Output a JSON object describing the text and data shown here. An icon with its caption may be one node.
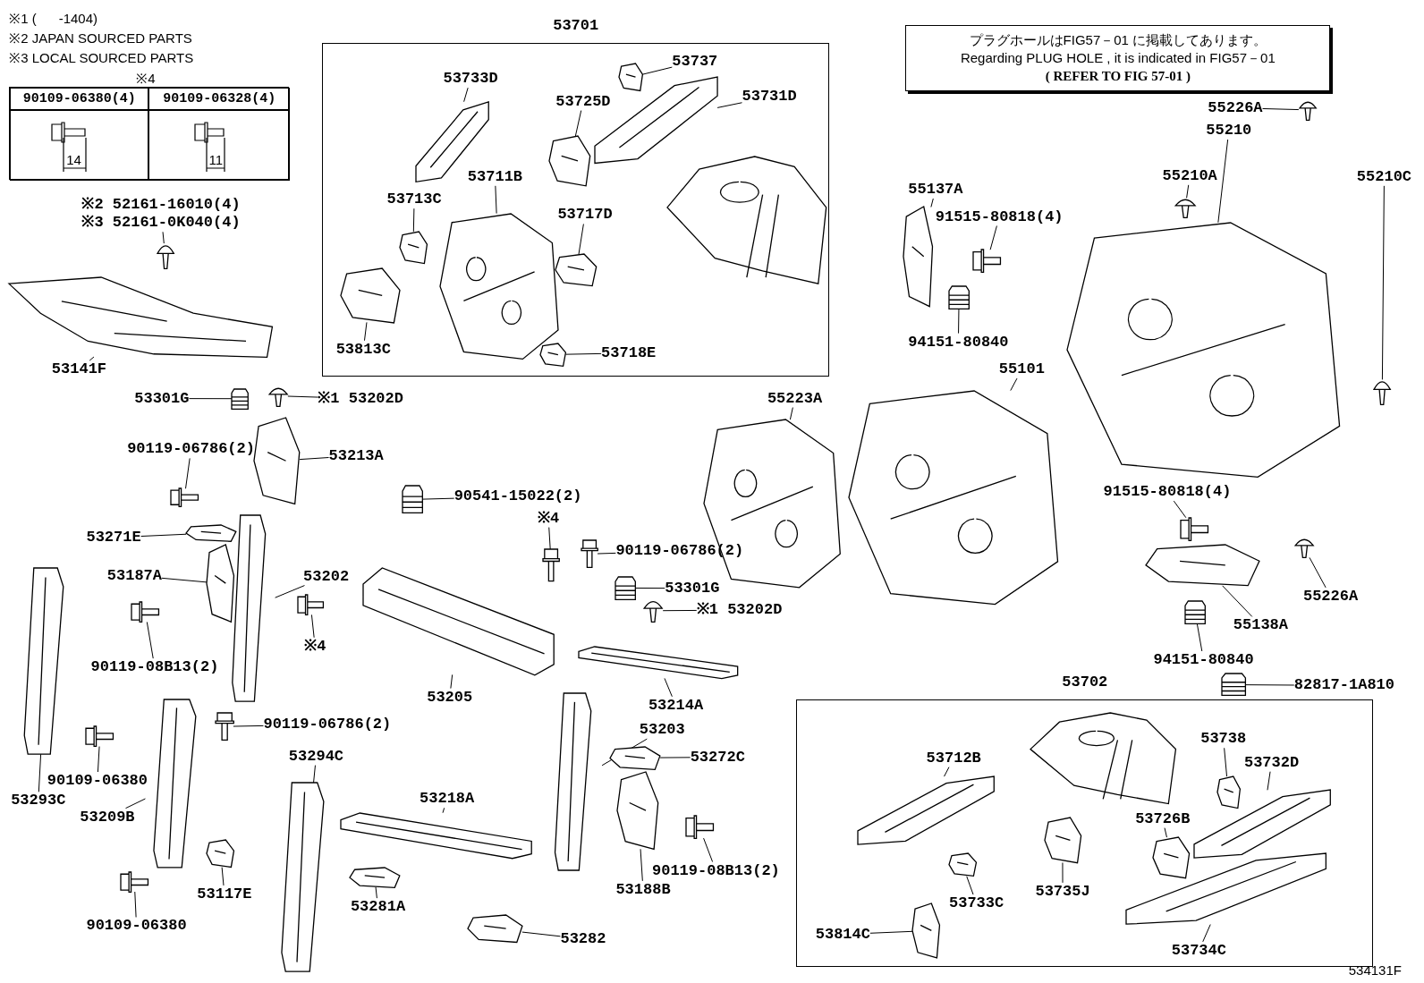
{
  "diagram": {
    "nodes": [
      {
        "text": [
          "※2 52161-16010(4)",
          "※3 52161-0K040(4)"
        ]
      },
      {
        "text": [],
        "shape": "picture"
      },
      {
        "text": [
          "53141F"
        ]
      },
      {
        "text": [],
        "shape": "picture"
      },
      {
        "text": [
          "53701"
        ]
      },
      {
        "text": [
          "53733D"
        ],
        "in": 4
      },
      {
        "text": [],
        "shape": "picture",
        "in": 4
      },
      {
        "text": [
          "53737"
        ],
        "in": 4
      },
      {
        "text": [],
        "shape": "picture",
        "in": 4
      },
      {
        "text": [
          "53725D"
        ],
        "in": 4
      },
      {
        "text": [],
        "shape": "picture",
        "in": 4
      },
      {
        "text": [
          "53731D"
        ],
        "in": 4
      },
      {
        "text": [],
        "shape": "picture",
        "in": 4
      },
      {
        "text": [
          "53711B"
        ],
        "in": 4
      },
      {
        "text": [],
        "shape": "picture",
        "in": 4
      },
      {
        "text": [
          "53713C"
        ],
        "in": 4
      },
      {
        "text": [],
        "shape": "picture",
        "in": 4
      },
      {
        "text": [
          "53717D"
        ],
        "in": 4
      },
      {
        "text": [],
        "shape": "picture",
        "in": 4
      },
      {
        "text": [
          "53813C"
        ],
        "in": 4
      },
      {
        "text": [],
        "shape": "picture",
        "in": 4
      },
      {
        "text": [
          "53718E"
        ],
        "in": 4
      },
      {
        "text": [],
        "shape": "picture",
        "in": 4
      },
      {
        "text": [
          "53301G"
        ]
      },
      {
        "text": [],
        "shape": "picture"
      },
      {
        "text": [
          "※1 53202D"
        ]
      },
      {
        "text": [],
        "shape": "picture"
      },
      {
        "text": [
          "90119-06786(2)"
        ]
      },
      {
        "text": [],
        "shape": "picture"
      },
      {
        "text": [
          "53213A"
        ]
      },
      {
        "text": [],
        "shape": "picture"
      },
      {
        "text": [
          "53271E"
        ]
      },
      {
        "text": [],
        "shape": "picture"
      },
      {
        "text": [
          "53187A"
        ]
      },
      {
        "text": [],
        "shape": "picture"
      },
      {
        "text": [
          "53202"
        ]
      },
      {
        "text": [],
        "shape": "picture"
      },
      {
        "text": [
          "90119-08B13(2)"
        ]
      },
      {
        "text": [],
        "shape": "picture"
      },
      {
        "text": [
          "53293C"
        ]
      },
      {
        "text": [],
        "shape": "picture"
      },
      {
        "text": [
          "90109-06380"
        ]
      },
      {
        "text": [],
        "shape": "picture"
      },
      {
        "text": [
          "53209B"
        ]
      },
      {
        "text": [],
        "shape": "picture"
      },
      {
        "text": [
          "90119-06786(2)"
        ]
      },
      {
        "text": [],
        "shape": "picture"
      },
      {
        "text": [
          "53294C"
        ]
      },
      {
        "text": [],
        "shape": "picture"
      },
      {
        "text": [
          "90109-06380"
        ]
      },
      {
        "text": [],
        "shape": "picture"
      },
      {
        "text": [
          "53117E"
        ]
      },
      {
        "text": [],
        "shape": "picture"
      },
      {
        "text": [
          "90541-15022(2)"
        ]
      },
      {
        "text": [],
        "shape": "picture"
      },
      {
        "text": [
          "※4"
        ]
      },
      {
        "text": [],
        "shape": "picture"
      },
      {
        "text": [
          "※4"
        ]
      },
      {
        "text": [],
        "shape": "picture"
      },
      {
        "text": [
          "53205"
        ]
      },
      {
        "text": [],
        "shape": "picture"
      },
      {
        "text": [
          "90119-06786(2)"
        ]
      },
      {
        "text": [],
        "shape": "picture"
      },
      {
        "text": [
          "53301G"
        ]
      },
      {
        "text": [],
        "shape": "picture"
      },
      {
        "text": [
          "※1 53202D"
        ]
      },
      {
        "text": [],
        "shape": "picture"
      },
      {
        "text": [
          "53214A"
        ]
      },
      {
        "text": [],
        "shape": "picture"
      },
      {
        "text": [
          "53203"
        ]
      },
      {
        "text": [],
        "shape": "picture"
      },
      {
        "text": [
          "53272C"
        ]
      },
      {
        "text": [],
        "shape": "picture"
      },
      {
        "text": [
          "53188B"
        ]
      },
      {
        "text": [],
        "shape": "picture"
      },
      {
        "text": [
          "90119-08B13(2)"
        ]
      },
      {
        "text": [],
        "shape": "picture"
      },
      {
        "text": [
          "53218A"
        ]
      },
      {
        "text": [],
        "shape": "picture"
      },
      {
        "text": [
          "53281A"
        ]
      },
      {
        "text": [],
        "shape": "picture"
      },
      {
        "text": [
          "53282"
        ]
      },
      {
        "text": [],
        "shape": "picture"
      },
      {
        "text": [
          "プラグホールはFIG57－01 に掲載してあります。",
          "Regarding PLUG HOLE , it is indicated in FIG57－01",
          "( REFER TO FIG 57-01 )"
        ]
      },
      {
        "text": [
          "55226A"
        ]
      },
      {
        "text": [],
        "shape": "picture"
      },
      {
        "text": [
          "55210"
        ]
      },
      {
        "text": [],
        "shape": "picture"
      },
      {
        "text": [
          "55210A"
        ]
      },
      {
        "text": [],
        "shape": "picture"
      },
      {
        "text": [
          "55210C"
        ]
      },
      {
        "text": [],
        "shape": "picture"
      },
      {
        "text": [
          "55137A"
        ]
      },
      {
        "text": [],
        "shape": "picture"
      },
      {
        "text": [
          "91515-80818(4)"
        ]
      },
      {
        "text": [],
        "shape": "picture"
      },
      {
        "text": [
          "94151-80840"
        ]
      },
      {
        "text": [],
        "shape": "picture"
      },
      {
        "text": [
          "55101"
        ]
      },
      {
        "text": [],
        "shape": "picture"
      },
      {
        "text": [
          "55223A"
        ]
      },
      {
        "text": [],
        "shape": "picture"
      },
      {
        "text": [
          "91515-80818(4)"
        ]
      },
      {
        "text": [],
        "shape": "picture"
      },
      {
        "text": [
          "55226A"
        ]
      },
      {
        "text": [],
        "shape": "picture"
      },
      {
        "text": [
          "55138A"
        ]
      },
      {
        "text": [],
        "shape": "picture"
      },
      {
        "text": [
          "94151-80840"
        ]
      },
      {
        "text": [],
        "shape": "picture"
      },
      {
        "text": [
          "82817-1A810"
        ]
      },
      {
        "text": [],
        "shape": "picture"
      },
      {
        "text": [
          "53702"
        ]
      },
      {
        "text": [
          "53712B"
        ],
        "in": 112
      },
      {
        "text": [],
        "shape": "picture",
        "in": 112
      },
      {
        "text": [
          "53733C"
        ],
        "in": 112
      },
      {
        "text": [],
        "shape": "picture",
        "in": 112
      },
      {
        "text": [
          "53735J"
        ],
        "in": 112
      },
      {
        "text": [],
        "shape": "picture",
        "in": 112
      },
      {
        "text": [
          "53814C"
        ],
        "in": 112
      },
      {
        "text": [],
        "shape": "picture",
        "in": 112
      },
      {
        "text": [
          "53738"
        ],
        "in": 112
      },
      {
        "text": [],
        "shape": "picture",
        "in": 112
      },
      {
        "text": [
          "53732D"
        ],
        "in": 112
      },
      {
        "text": [],
        "shape": "picture",
        "in": 112
      },
      {
        "text": [
          "53726B"
        ],
        "in": 112
      },
      {
        "text": [],
        "shape": "picture",
        "in": 112
      },
      {
        "text": [
          "53734C"
        ],
        "in": 112
      },
      {
        "text": [],
        "shape": "picture",
        "in": 112
      }
    ],
    "edges": [
      {
        "from": 0,
        "to": 1,
        "arrow": "none"
      },
      {
        "from": 2,
        "to": 3,
        "arrow": "none"
      },
      {
        "from": 5,
        "to": 6,
        "arrow": "none"
      },
      {
        "from": 7,
        "to": 8,
        "arrow": "none"
      },
      {
        "from": 9,
        "to": 10,
        "arrow": "none"
      },
      {
        "from": 11,
        "to": 12,
        "arrow": "none"
      },
      {
        "from": 13,
        "to": 14,
        "arrow": "none"
      },
      {
        "from": 15,
        "to": 16,
        "arrow": "none"
      },
      {
        "from": 17,
        "to": 18,
        "arrow": "none"
      },
      {
        "from": 19,
        "to": 20,
        "arrow": "none"
      },
      {
        "from": 21,
        "to": 22,
        "arrow": "none"
      },
      {
        "from": 23,
        "to": 24,
        "arrow": "none"
      },
      {
        "from": 25,
        "to": 26,
        "arrow": "none"
      },
      {
        "from": 27,
        "to": 28,
        "arrow": "none"
      },
      {
        "from": 29,
        "to": 30,
        "arrow": "none"
      },
      {
        "from": 31,
        "to": 32,
        "arrow": "none"
      },
      {
        "from": 33,
        "to": 34,
        "arrow": "none"
      },
      {
        "from": 35,
        "to": 36,
        "arrow": "none"
      },
      {
        "from": 37,
        "to": 38,
        "arrow": "none"
      },
      {
        "from": 39,
        "to": 40,
        "arrow": "none"
      },
      {
        "from": 41,
        "to": 42,
        "arrow": "none"
      },
      {
        "from": 43,
        "to": 44,
        "arrow": "none"
      },
      {
        "from": 45,
        "to": 46,
        "arrow": "none"
      },
      {
        "from": 47,
        "to": 48,
        "arrow": "none"
      },
      {
        "from": 49,
        "to": 50,
        "arrow": "none"
      },
      {
        "from": 51,
        "to": 52,
        "arrow": "none"
      },
      {
        "from": 53,
        "to": 54,
        "arrow": "none"
      },
      {
        "from": 55,
        "to": 56,
        "arrow": "none"
      },
      {
        "from": 57,
        "to": 58,
        "arrow": "none"
      },
      {
        "from": 59,
        "to": 60,
        "arrow": "none"
      },
      {
        "from": 61,
        "to": 62,
        "arrow": "none"
      },
      {
        "from": 63,
        "to": 64,
        "arrow": "none"
      },
      {
        "from": 65,
        "to": 66,
        "arrow": "none"
      },
      {
        "from": 67,
        "to": 68,
        "arrow": "none"
      },
      {
        "from": 69,
        "to": 70,
        "arrow": "none"
      },
      {
        "from": 71,
        "to": 72,
        "arrow": "none"
      },
      {
        "from": 73,
        "to": 74,
        "arrow": "none"
      },
      {
        "from": 75,
        "to": 76,
        "arrow": "none"
      },
      {
        "from": 77,
        "to": 78,
        "arrow": "none"
      },
      {
        "from": 79,
        "to": 80,
        "arrow": "none"
      },
      {
        "from": 81,
        "to": 82,
        "arrow": "none"
      },
      {
        "from": 84,
        "to": 85,
        "arrow": "none"
      },
      {
        "from": 86,
        "to": 87,
        "arrow": "none"
      },
      {
        "from": 88,
        "to": 89,
        "arrow": "none"
      },
      {
        "from": 90,
        "to": 91,
        "arrow": "none"
      },
      {
        "from": 92,
        "to": 93,
        "arrow": "none"
      },
      {
        "from": 94,
        "to": 95,
        "arrow": "none"
      },
      {
        "from": 96,
        "to": 97,
        "arrow": "none"
      },
      {
        "from": 98,
        "to": 99,
        "arrow": "none"
      },
      {
        "from": 100,
        "to": 101,
        "arrow": "none"
      },
      {
        "from": 102,
        "to": 103,
        "arrow": "none"
      },
      {
        "from": 104,
        "to": 105,
        "arrow": "none"
      },
      {
        "from": 106,
        "to": 107,
        "arrow": "none"
      },
      {
        "from": 108,
        "to": 109,
        "arrow": "none"
      },
      {
        "from": 110,
        "to": 111,
        "arrow": "none"
      },
      {
        "from": 113,
        "to": 114,
        "arrow": "none"
      },
      {
        "from": 115,
        "to": 116,
        "arrow": "none"
      },
      {
        "from": 117,
        "to": 118,
        "arrow": "none"
      },
      {
        "from": 119,
        "to": 120,
        "arrow": "none"
      },
      {
        "from": 121,
        "to": 122,
        "arrow": "none"
      },
      {
        "from": 123,
        "to": 124,
        "arrow": "none"
      },
      {
        "from": 125,
        "to": 126,
        "arrow": "none"
      },
      {
        "from": 127,
        "to": 128,
        "arrow": "none"
      }
    ],
    "labels": [
      "※1 (      -1404)",
      "※2 JAPAN SOURCED PARTS",
      "※3 LOCAL SOURCED PARTS",
      "※4",
      "90109-06380(4)",
      "90109-06328(4)",
      "14",
      "11",
      "534131F"
    ]
  }
}
